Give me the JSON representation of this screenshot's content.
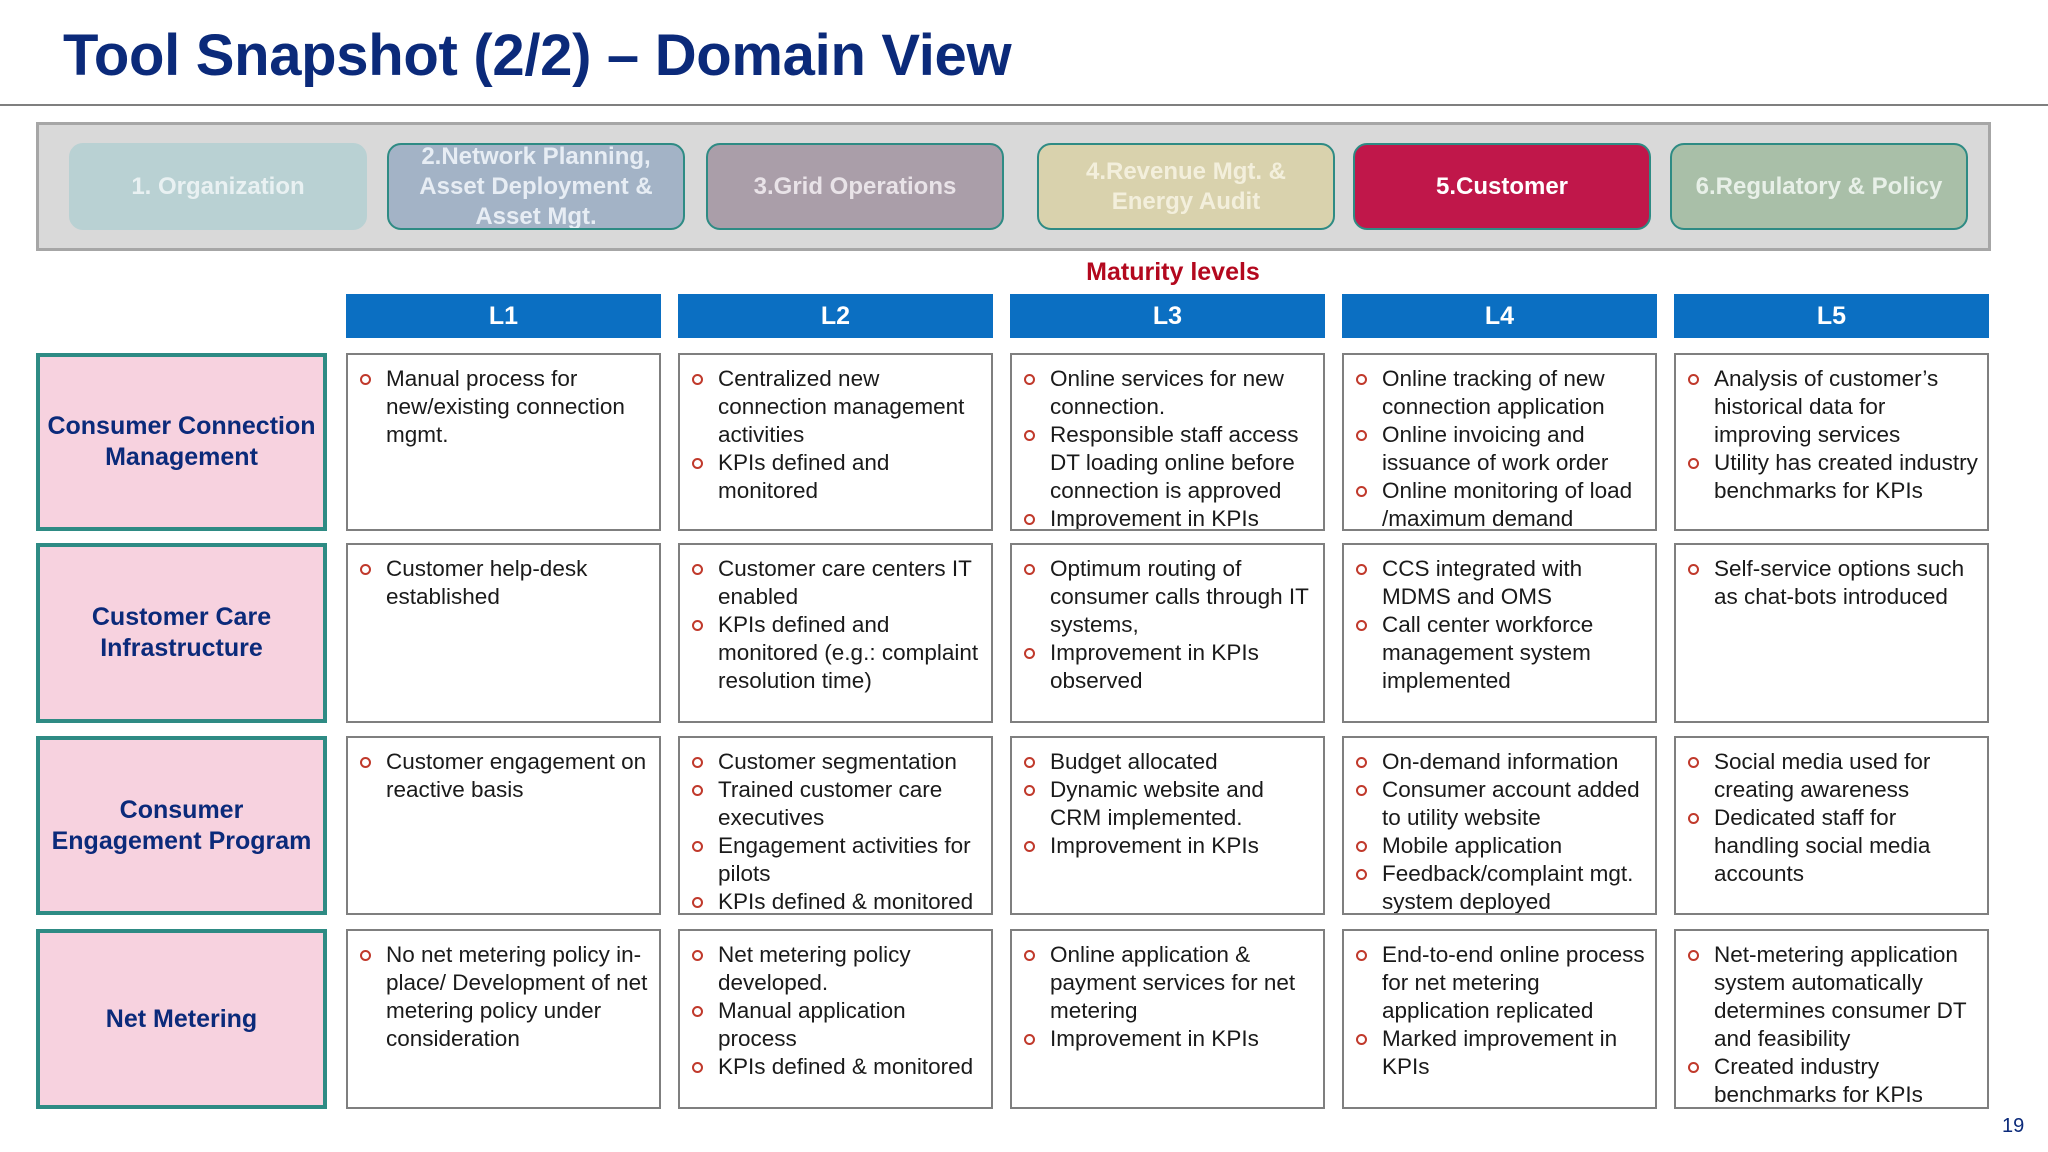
{
  "slide": {
    "title": "Tool Snapshot (2/2) – Domain View",
    "page_number": "19"
  },
  "domains": [
    "1. Organization",
    "2.Network Planning, Asset Deployment & Asset Mgt.",
    "3.Grid Operations",
    "4.Revenue Mgt. & Energy Audit",
    "5.Customer",
    "6.Regulatory & Policy"
  ],
  "active_domain": "5.Customer",
  "maturity": {
    "label": "Maturity levels",
    "levels": [
      "L1",
      "L2",
      "L3",
      "L4",
      "L5"
    ]
  },
  "rows": [
    {
      "label": "Consumer Connection Management",
      "cells": [
        [
          "Manual process for new/existing connection mgmt."
        ],
        [
          "Centralized new connection management activities",
          "KPIs defined and monitored"
        ],
        [
          "Online services for new connection.",
          "Responsible staff access DT loading online before connection is approved",
          "Improvement in KPIs"
        ],
        [
          "Online tracking of new connection application",
          "Online invoicing and issuance of work order",
          "Online monitoring of load /maximum demand"
        ],
        [
          "Analysis of customer’s historical data for improving services",
          "Utility has created industry benchmarks for KPIs"
        ]
      ]
    },
    {
      "label": "Customer Care Infrastructure",
      "cells": [
        [
          "Customer help-desk established"
        ],
        [
          "Customer care centers IT enabled",
          "KPIs defined and monitored (e.g.: complaint resolution time)"
        ],
        [
          "Optimum routing of consumer calls through IT systems,",
          "Improvement in KPIs observed"
        ],
        [
          "CCS integrated with MDMS and OMS",
          "Call center workforce management system implemented"
        ],
        [
          "Self-service options such as chat-bots introduced"
        ]
      ]
    },
    {
      "label": "Consumer Engagement Program",
      "cells": [
        [
          "Customer engagement on reactive basis"
        ],
        [
          "Customer segmentation",
          "Trained customer care executives",
          "Engagement activities for pilots",
          "KPIs defined & monitored"
        ],
        [
          "Budget allocated",
          "Dynamic website and CRM implemented.",
          "Improvement in KPIs"
        ],
        [
          "On-demand information",
          "Consumer account added to utility website",
          "Mobile application",
          "Feedback/complaint mgt. system deployed"
        ],
        [
          "Social media used for creating awareness",
          "Dedicated staff  for handling social media accounts"
        ]
      ]
    },
    {
      "label": "Net Metering",
      "cells": [
        [
          "No net metering policy in-place/ Development of net metering policy under consideration"
        ],
        [
          "Net metering policy developed.",
          "Manual application process",
          "KPIs defined & monitored"
        ],
        [
          "Online application & payment services for net metering",
          "Improvement in KPIs"
        ],
        [
          "End-to-end online process for net metering application replicated",
          "Marked improvement in KPIs"
        ],
        [
          "Net-metering application system automatically determines consumer DT and feasibility",
          "Created industry benchmarks for KPIs"
        ]
      ]
    }
  ],
  "colors": {
    "title": "#0b2a7a",
    "active_domain": "#c0174a",
    "maturity_label": "#b3081e",
    "level_header": "#0b6fc2",
    "row_label_bg": "#f7d2df",
    "row_label_border": "#2e8b84",
    "bullet": "#c0392b"
  },
  "icons": {
    "bullet": "hollow-circle-bullet-icon"
  }
}
